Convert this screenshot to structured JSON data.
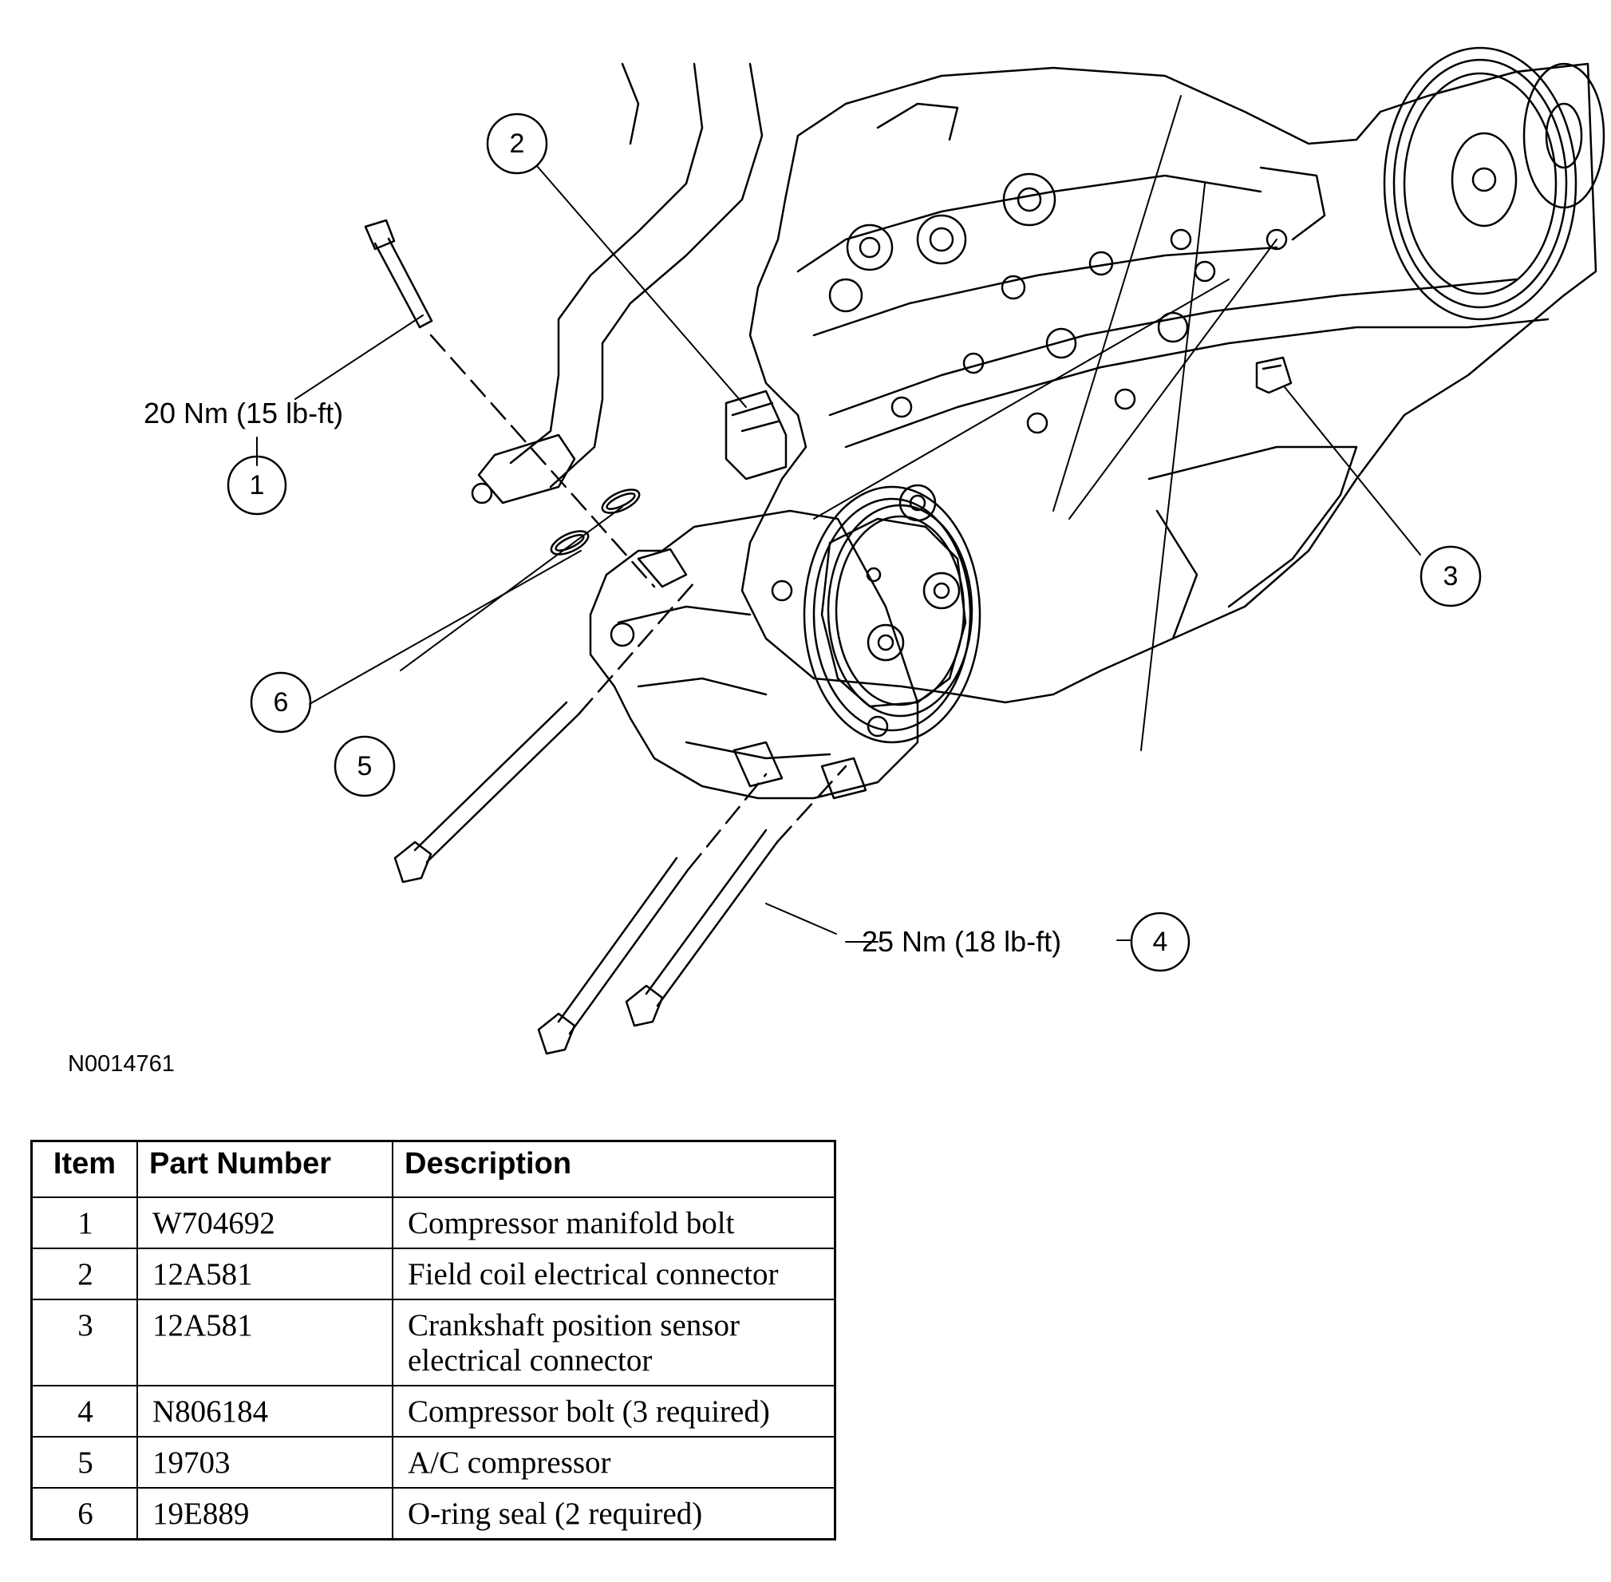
{
  "figure": {
    "reference_code": "N0014761",
    "callouts": [
      {
        "item": "1",
        "torque": "20 Nm (15 lb-ft)"
      },
      {
        "item": "2"
      },
      {
        "item": "3"
      },
      {
        "item": "4",
        "torque": "25 Nm (18 lb-ft)"
      },
      {
        "item": "5"
      },
      {
        "item": "6"
      }
    ]
  },
  "table": {
    "headers": [
      "Item",
      "Part Number",
      "Description"
    ],
    "rows": [
      {
        "item": "1",
        "part_number": "W704692",
        "description": "Compressor manifold bolt"
      },
      {
        "item": "2",
        "part_number": "12A581",
        "description": "Field coil electrical connector"
      },
      {
        "item": "3",
        "part_number": "12A581",
        "description": "Crankshaft position sensor electrical connector"
      },
      {
        "item": "4",
        "part_number": "N806184",
        "description": "Compressor bolt (3 required)"
      },
      {
        "item": "5",
        "part_number": "19703",
        "description": "A/C compressor"
      },
      {
        "item": "6",
        "part_number": "19E889",
        "description": "O-ring seal (2 required)"
      }
    ]
  }
}
